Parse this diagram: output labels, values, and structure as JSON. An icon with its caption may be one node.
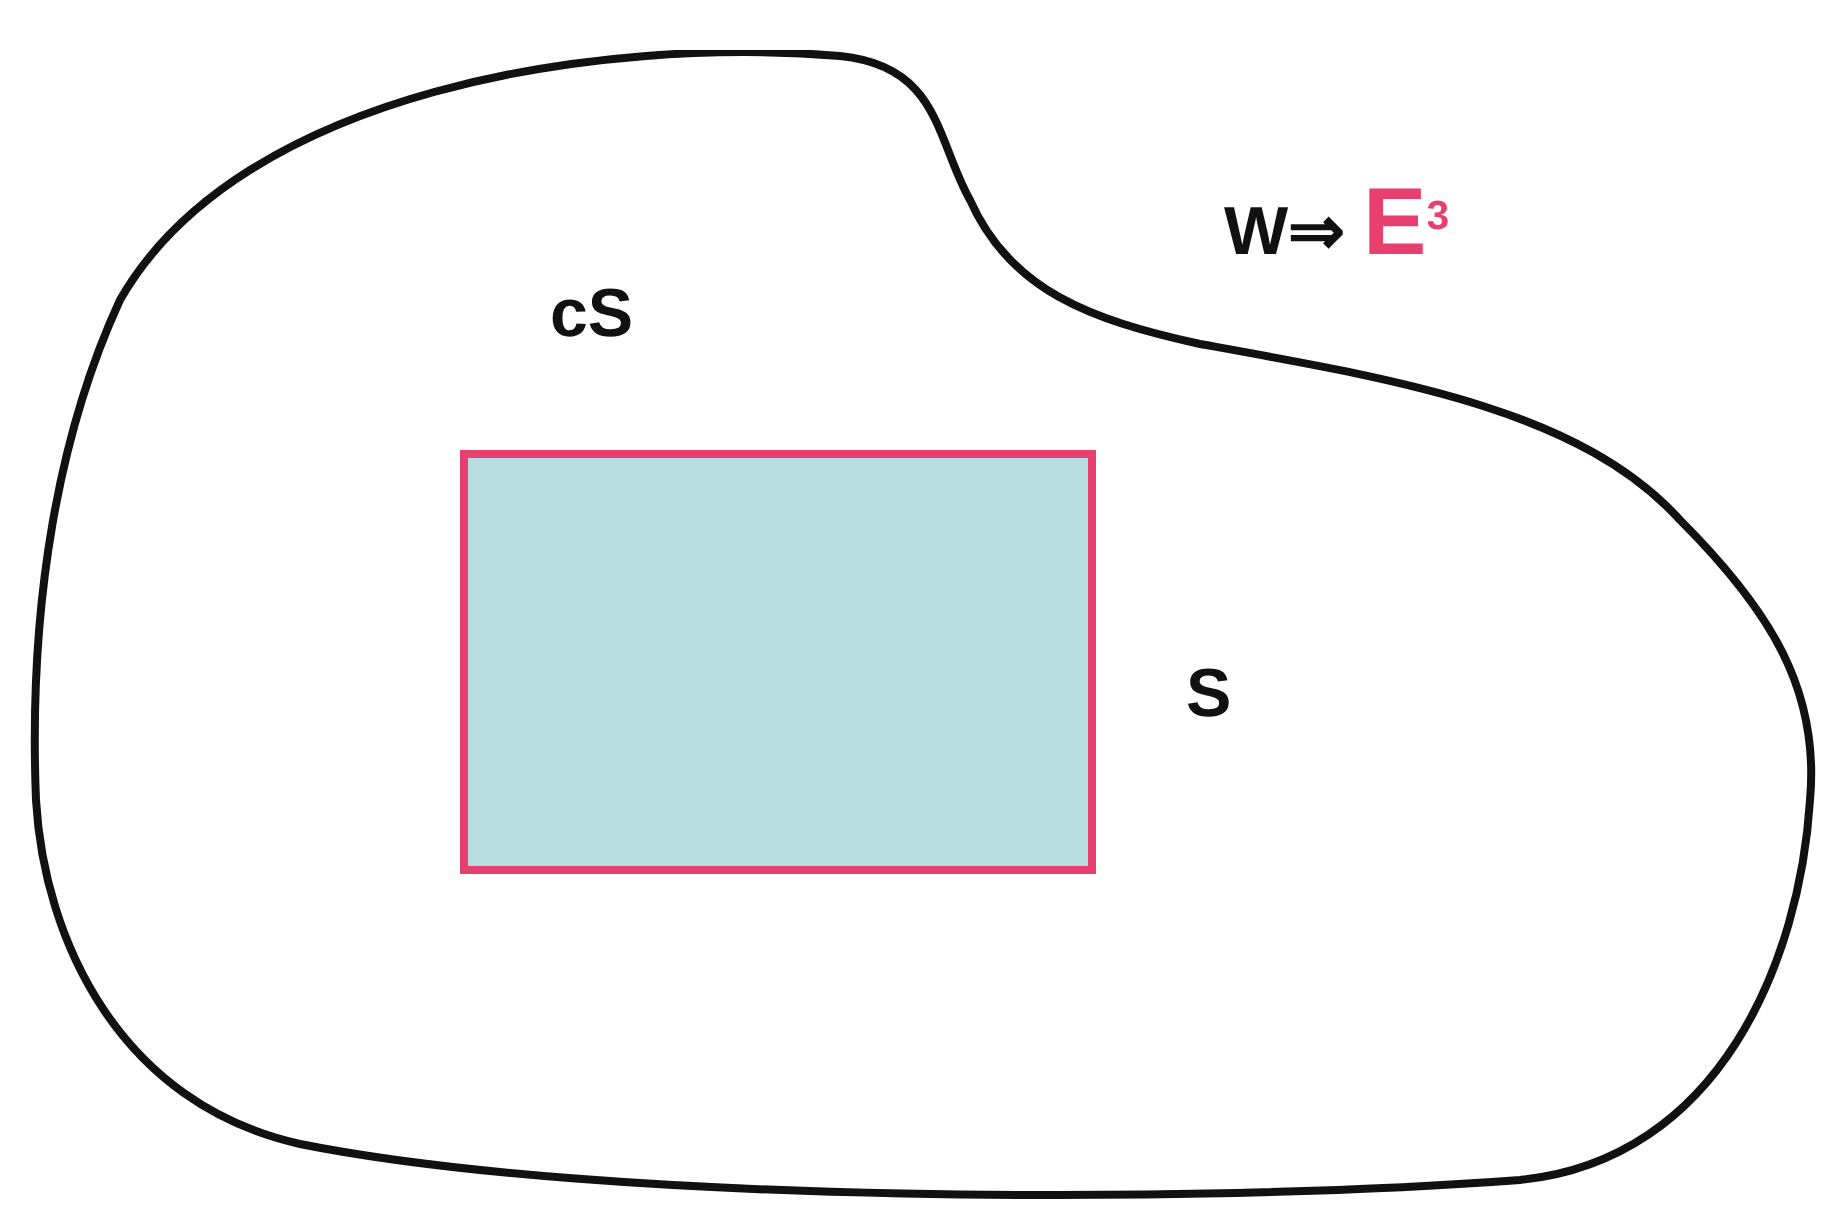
{
  "diagram": {
    "nodes": [
      {
        "text": [
          "cS"
        ]
      },
      {
        "text": [],
        "shape": "box",
        "in": 0,
        "beside": [
          "S"
        ]
      }
    ],
    "edges": [],
    "labels": [
      "W⇒ E$^{3}$"
    ]
  }
}
